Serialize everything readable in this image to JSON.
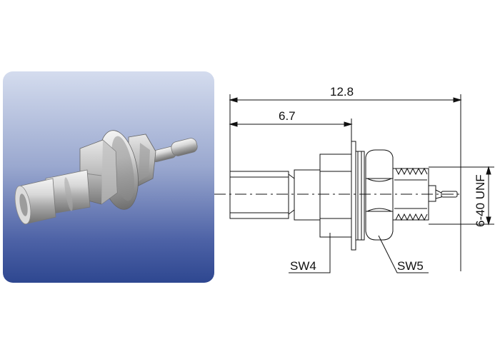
{
  "dimensions": {
    "overall_length": "12.8",
    "front_length": "6.7",
    "thread": "6-40 UNF"
  },
  "labels": {
    "sw4": "SW4",
    "sw5": "SW5"
  },
  "colors": {
    "panel_top": "#d4dcee",
    "panel_bottom": "#2e4790",
    "line": "#111111"
  }
}
